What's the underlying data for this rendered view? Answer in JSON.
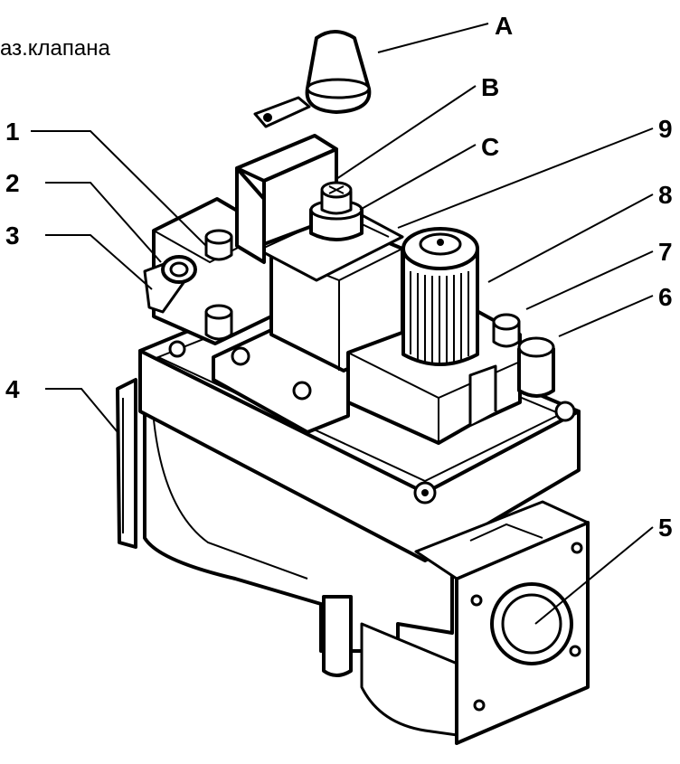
{
  "caption": "аз.клапана",
  "labels": [
    "A",
    "B",
    "C",
    "1",
    "2",
    "3",
    "4",
    "5",
    "6",
    "7",
    "8",
    "9"
  ],
  "colors": {
    "line": "#000000",
    "background": "#ffffff"
  }
}
